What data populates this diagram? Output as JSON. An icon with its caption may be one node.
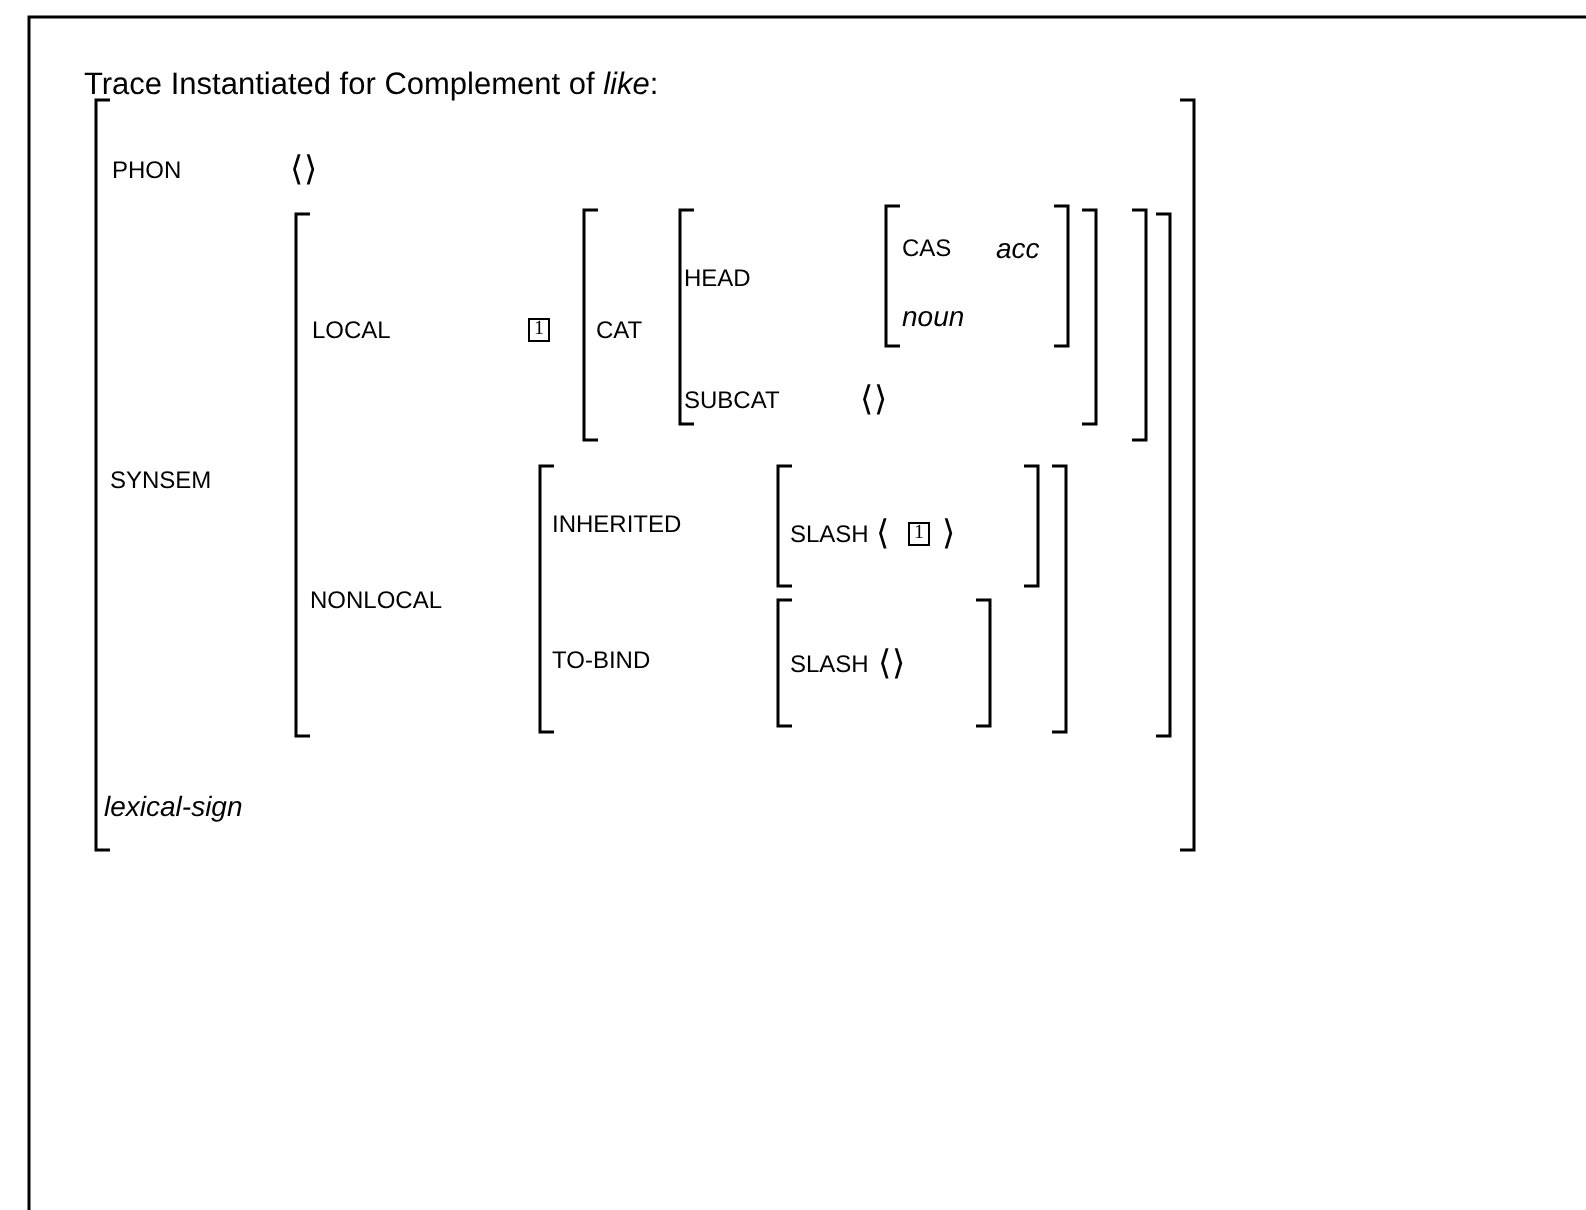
{
  "diagram": {
    "title": "Trace Instantiated for Complement of *like*:",
    "labels": [
      "PHON",
      "⟨⟩",
      "LOCAL",
      "1",
      "CAT",
      "HEAD",
      "CAS",
      "acc",
      "noun",
      "SUBCAT",
      "⟨⟩",
      "SYNSEM",
      "NONLOCAL",
      "INHERITED",
      "SLASH",
      "⟨",
      "1",
      "⟩",
      "TO-BIND",
      "SLASH",
      "⟨⟩",
      "lexical-sign"
    ]
  }
}
